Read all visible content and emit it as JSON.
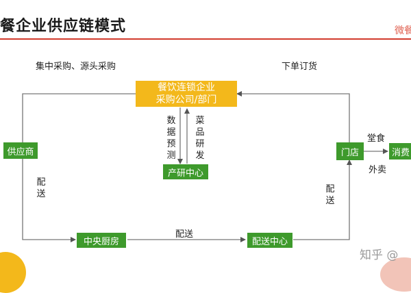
{
  "title": "餐企业供应链模式",
  "corner_text": "微餐",
  "nodes": {
    "hq": {
      "line1": "餐饮连锁企业",
      "line2": "采购公司/部门"
    },
    "supplier": "供应商",
    "rnd": "产研中心",
    "store": "门店",
    "consumer": "消费",
    "kitchen": "中央厨房",
    "dc": "配送中心"
  },
  "labels": {
    "central_purchase": "集中采购、源头采购",
    "order": "下单订货",
    "data_forecast": "数据预测",
    "menu_dev": "菜品研发",
    "dine_in": "堂食",
    "takeout": "外卖",
    "delivery_left": "配送",
    "delivery_right": "配送",
    "delivery_bottom": "配送"
  },
  "watermark": "知乎 @",
  "colors": {
    "green": "#3e9a2c",
    "yellow": "#f3b81b",
    "accent_red": "#d23a2c"
  }
}
